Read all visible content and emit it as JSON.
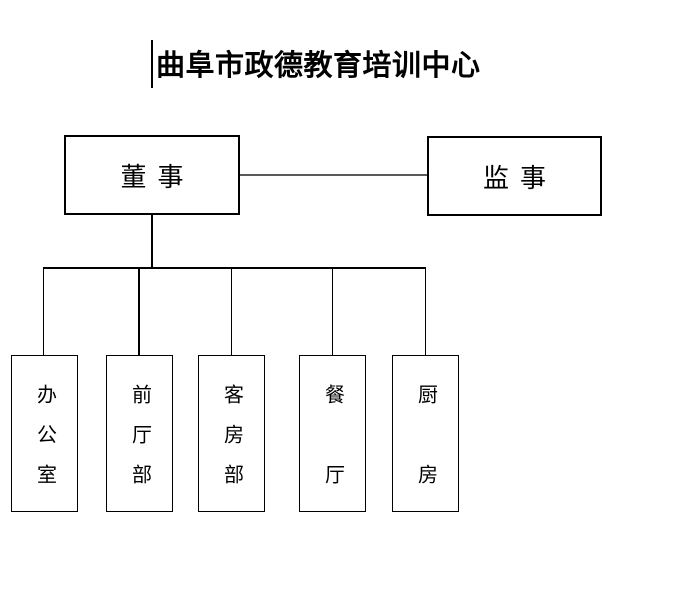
{
  "title": "曲阜市政德教育培训中心",
  "org_chart": {
    "root": {
      "label": "董事"
    },
    "peer": {
      "label": "监事"
    },
    "departments": [
      {
        "label": "办公室"
      },
      {
        "label": "前厅部"
      },
      {
        "label": "客房部"
      },
      {
        "label": "餐厅"
      },
      {
        "label": "厨房"
      }
    ]
  },
  "colors": {
    "background": "#ffffff",
    "box_border": "#000000",
    "tree_line": "#000000",
    "peer_connector": "#595959",
    "text": "#000000"
  }
}
